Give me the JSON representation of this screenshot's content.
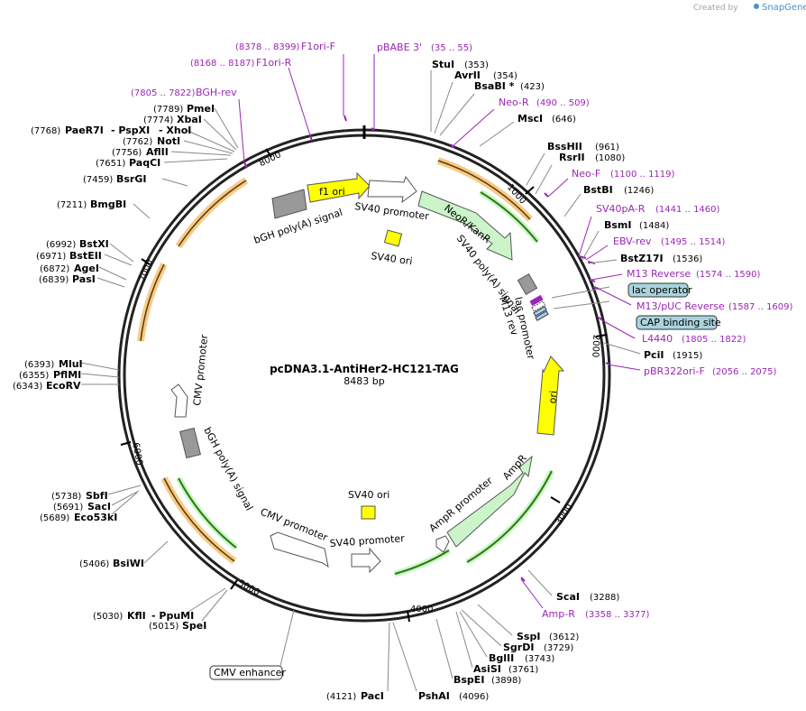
{
  "credit": {
    "prefix": "Created by",
    "brand": "SnapGene"
  },
  "plasmid": {
    "name": "pcDNA3.1-AntiHer2-HC121-TAG",
    "length_label": "8483 bp"
  },
  "colors": {
    "primer": "#9b26b6",
    "promoter": "#ffffff",
    "rep_origin": "#ffff00",
    "marker": "#cbf5c9",
    "terminator": "#999999",
    "orf": "#f0b25c",
    "orf_inner": "#2a8a0a",
    "misc_box": "#a9d4dc"
  },
  "ticks": [
    "1000",
    "2000",
    "3000",
    "4000",
    "5000",
    "6000",
    "7000",
    "8000"
  ],
  "enzymes": [
    {
      "name": "StuI",
      "pos": "(353)"
    },
    {
      "name": "AvrII",
      "pos": "(354)"
    },
    {
      "name": "BsaBI *",
      "pos": "(423)"
    },
    {
      "name": "MscI",
      "pos": "(646)"
    },
    {
      "name": "BssHII",
      "pos": "(961)"
    },
    {
      "name": "RsrII",
      "pos": "(1080)"
    },
    {
      "name": "BstBI",
      "pos": "(1246)"
    },
    {
      "name": "BsmI",
      "pos": "(1484)"
    },
    {
      "name": "BstZ17I",
      "pos": "(1536)"
    },
    {
      "name": "PciI",
      "pos": "(1915)"
    },
    {
      "name": "ScaI",
      "pos": "(3288)"
    },
    {
      "name": "SspI",
      "pos": "(3612)"
    },
    {
      "name": "SgrDI",
      "pos": "(3729)"
    },
    {
      "name": "BglII",
      "pos": "(3743)"
    },
    {
      "name": "AsiSI",
      "pos": "(3761)"
    },
    {
      "name": "BspEI",
      "pos": "(3898)"
    },
    {
      "name": "PshAI",
      "pos": "(4096)"
    },
    {
      "name": "PacI",
      "pos": "(4121)"
    },
    {
      "name": "SpeI",
      "pos": "(5015)"
    },
    {
      "name": "KflI",
      "pos": "(5030)"
    },
    {
      "name": "- PpuMI",
      "pos": ""
    },
    {
      "name": "BsiWI",
      "pos": "(5406)"
    },
    {
      "name": "Eco53kI",
      "pos": "(5689)"
    },
    {
      "name": "SacI",
      "pos": "(5691)"
    },
    {
      "name": "SbfI",
      "pos": "(5738)"
    },
    {
      "name": "EcoRV",
      "pos": "(6343)"
    },
    {
      "name": "PflMI",
      "pos": "(6355)"
    },
    {
      "name": "MluI",
      "pos": "(6393)"
    },
    {
      "name": "PasI",
      "pos": "(6839)"
    },
    {
      "name": "AgeI",
      "pos": "(6872)"
    },
    {
      "name": "BstEII",
      "pos": "(6971)"
    },
    {
      "name": "BstXI",
      "pos": "(6992)"
    },
    {
      "name": "BmgBI",
      "pos": "(7211)"
    },
    {
      "name": "BsrGI",
      "pos": "(7459)"
    },
    {
      "name": "PaqCI",
      "pos": "(7651)"
    },
    {
      "name": "AflII",
      "pos": "(7756)"
    },
    {
      "name": "NotI",
      "pos": "(7762)"
    },
    {
      "name": "PaeR7I",
      "pos": "(7768)"
    },
    {
      "name": "- PspXI",
      "pos": ""
    },
    {
      "name": "- XhoI",
      "pos": ""
    },
    {
      "name": "XbaI",
      "pos": "(7774)"
    },
    {
      "name": "PmeI",
      "pos": "(7789)"
    }
  ],
  "primers": [
    {
      "name": "F1ori-F",
      "pos": "(8378 .. 8399)"
    },
    {
      "name": "pBABE 3'",
      "pos": "(35 .. 55)"
    },
    {
      "name": "F1ori-R",
      "pos": "(8168 .. 8187)"
    },
    {
      "name": "BGH-rev",
      "pos": "(7805 .. 7822)"
    },
    {
      "name": "Neo-R",
      "pos": "(490 .. 509)"
    },
    {
      "name": "Neo-F",
      "pos": "(1100 .. 1119)"
    },
    {
      "name": "SV40pA-R",
      "pos": "(1441 .. 1460)"
    },
    {
      "name": "EBV-rev",
      "pos": "(1495 .. 1514)"
    },
    {
      "name": "M13 Reverse",
      "pos": "(1574 .. 1590)"
    },
    {
      "name": "M13/pUC Reverse",
      "pos": "(1587 .. 1609)"
    },
    {
      "name": "L4440",
      "pos": "(1805 .. 1822)"
    },
    {
      "name": "pBR322ori-F",
      "pos": "(2056 .. 2075)"
    },
    {
      "name": "Amp-R",
      "pos": "(3358 .. 3377)"
    }
  ],
  "boxes": [
    "lac operator",
    "CAP binding site",
    "CMV enhancer"
  ],
  "features": {
    "f1_ori": "f1 ori",
    "bgh_top": "bGH poly(A) signal",
    "sv40_promoter_top": "SV40 promoter",
    "sv40_ori_top": "SV40 ori",
    "neor": "NeoR/KanR",
    "sv40_polya": "SV40 poly(A) signal",
    "m13_rev": "M13 rev",
    "lac_promoter": "lac promoter",
    "ori": "ori",
    "ampr": "AmpR",
    "ampr_promoter": "AmpR promoter",
    "sv40_ori_bottom": "SV40 ori",
    "sv40_promoter_bottom": "SV40 promoter",
    "cmv_promoter_bottom": "CMV promoter",
    "bgh_left": "bGH poly(A) signal",
    "cmv_promoter_left": "CMV promoter"
  }
}
